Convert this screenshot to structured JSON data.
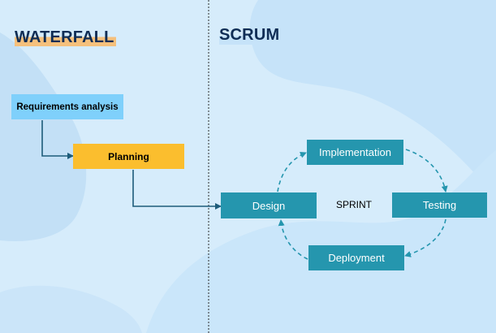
{
  "titles": {
    "waterfall": "WATERFALL",
    "scrum": "SCRUM"
  },
  "waterfall": {
    "steps": [
      "Requirements analysis",
      "Planning"
    ]
  },
  "scrum": {
    "center_label": "SPRINT",
    "cycle": [
      "Implementation",
      "Testing",
      "Deployment",
      "Design"
    ]
  },
  "colors": {
    "background": "#d6ecfb",
    "requirements_box": "#7fd0fb",
    "planning_box": "#fbbe2e",
    "scrum_box": "#2596ae",
    "connector": "#1d5c7a",
    "cycle_arrow": "#2596ae",
    "waterfall_highlight": "#f5c07c"
  }
}
